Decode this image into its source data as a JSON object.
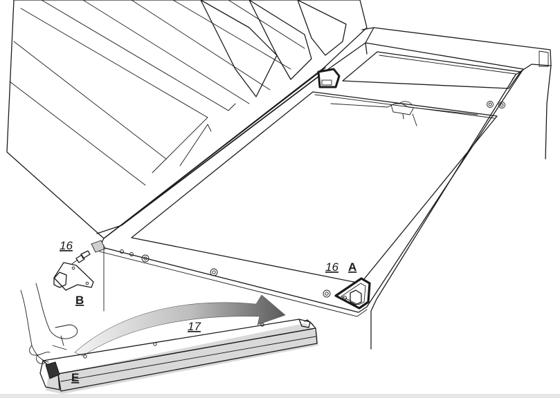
{
  "labels": {
    "hinge_left_number": "16",
    "hinge_left_letter": "B",
    "hinge_right_number": "16",
    "hinge_right_letter": "A",
    "bar_number": "17",
    "bar_end_letter": "E"
  },
  "colors": {
    "line": "#1a1a1a",
    "panel_fill": "#ffffff",
    "arrow_gradient_start": "#f4f4f4",
    "arrow_gradient_end": "#5a5a5a",
    "bar_top": "#ffffff",
    "bar_face": "#f2f2f2",
    "shadow": "#d9d9d9",
    "bottom_band": "#e6e6e6"
  }
}
